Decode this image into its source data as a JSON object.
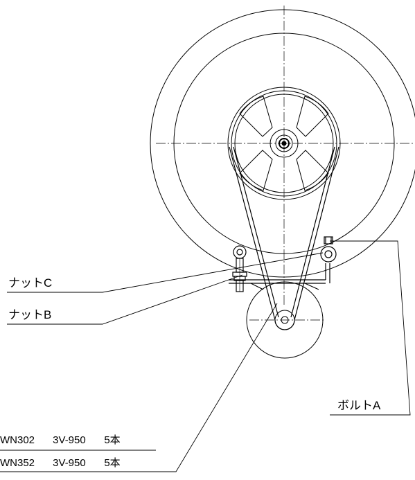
{
  "labels": {
    "nut_c": "ナットC",
    "nut_b": "ナットB",
    "bolt_a": "ボルトA"
  },
  "specs": [
    {
      "model": "WN302",
      "belt": "3V-950",
      "qty": "5本"
    },
    {
      "model": "WN352",
      "belt": "3V-950",
      "qty": "5本"
    }
  ]
}
